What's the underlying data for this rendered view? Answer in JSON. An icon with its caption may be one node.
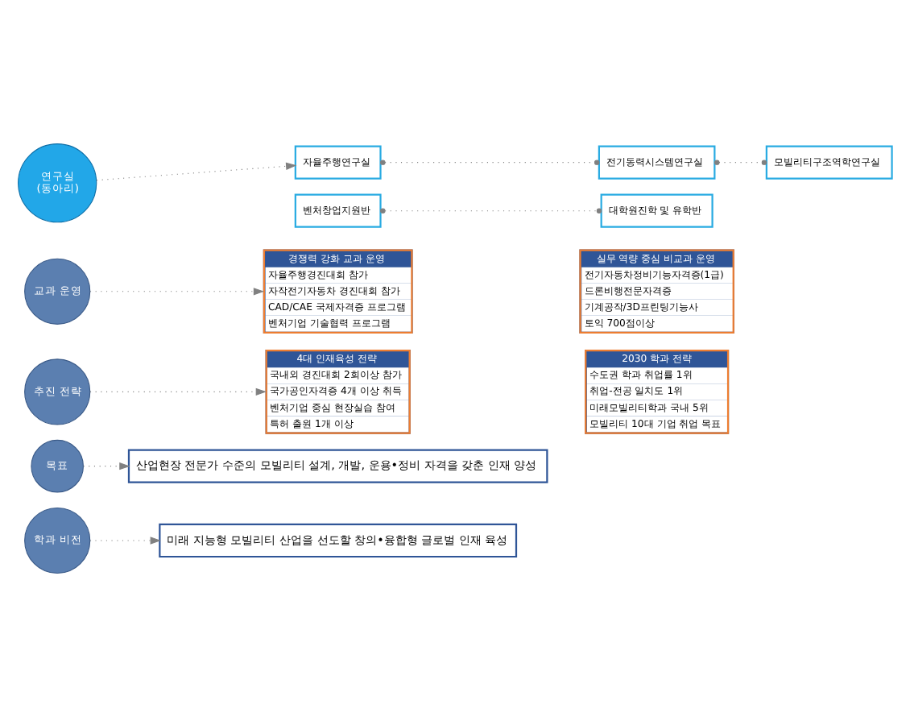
{
  "diagram": {
    "nodes": [
      {
        "text": [
          "학과 비전"
        ]
      },
      {
        "text": [
          "미래 지능형 모빌리티 산업을 선도할 창의•융합형 글로벌 인재 육성"
        ]
      },
      {
        "text": [
          "목표"
        ]
      },
      {
        "text": [
          "산업현장 전문가 수준의 모빌리티 설계, 개발, 운용•정비 자격을 갖춘 인재 양성"
        ]
      },
      {
        "text": [
          "추진 전략"
        ]
      },
      {
        "text": [
          "4대 인재육성 전략",
          "국내외 경진대회 2회이상 참가",
          "국가공인자격증 4개 이상 취득",
          "벤처기업 중심 현장실습 참여",
          "특허 출원 1개 이상"
        ]
      },
      {
        "text": [
          "2030 학과 전략",
          "수도권 학과 취업률 1위",
          "취업-전공 일치도 1위",
          "미래모빌리티학과 국내 5위",
          "모빌리티 10대 기업 취업 목표"
        ]
      },
      {
        "text": [
          "교과 운영"
        ]
      },
      {
        "text": [
          "경쟁력 강화 교과 운영",
          "자율주행경진대회 참가",
          "자작전기자동차 경진대회 참가",
          "CAD/CAE 국제자격증 프로그램",
          "벤처기업 기술협력 프로그램"
        ]
      },
      {
        "text": [
          "실무 역량 중심 비교과 운영",
          "전기자동차정비기능자격증(1급)",
          "드론비행전문자격증",
          "기계공작/3D프린팅기능사",
          "토익 700점이상"
        ]
      },
      {
        "text": [
          "연구실",
          "(동아리)"
        ]
      },
      {
        "text": [
          "자율주행연구실"
        ]
      },
      {
        "text": [
          "전기동력시스템연구실"
        ]
      },
      {
        "text": [
          "모빌리티구조역학연구실"
        ]
      },
      {
        "text": [
          "벤처창업지원반"
        ]
      },
      {
        "text": [
          "대학원진학 및 유학반"
        ]
      }
    ],
    "edges": [
      {
        "from": 0,
        "to": 1,
        "arrow": "to",
        "style": "dashed"
      },
      {
        "from": 2,
        "to": 3,
        "arrow": "to",
        "style": "dashed"
      },
      {
        "from": 4,
        "to": 5,
        "arrow": "to",
        "style": "dashed"
      },
      {
        "from": 7,
        "to": 8,
        "arrow": "to",
        "style": "dashed"
      },
      {
        "from": 10,
        "to": 11,
        "arrow": "to",
        "style": "dashed"
      },
      {
        "from": 11,
        "to": 12,
        "arrow": "other",
        "style": "dashed"
      },
      {
        "from": 12,
        "to": 13,
        "arrow": "other",
        "style": "dashed"
      },
      {
        "from": 14,
        "to": 15,
        "arrow": "other",
        "style": "dashed"
      }
    ]
  }
}
